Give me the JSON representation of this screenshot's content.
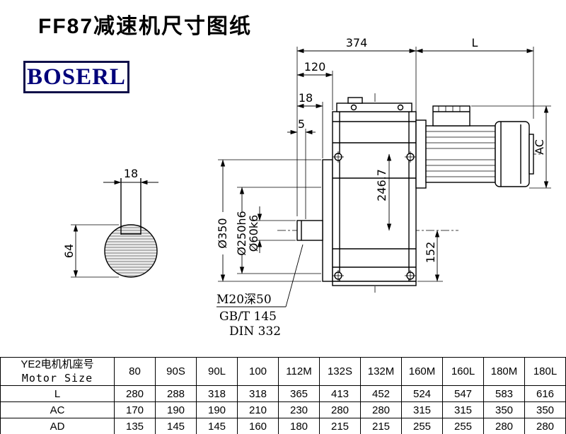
{
  "page": {
    "title": "FF87减速机尺寸图纸",
    "brand": "BOSERL"
  },
  "drawing": {
    "dim_374": "374",
    "dim_L": "L",
    "dim_120": "120",
    "dim_18": "18",
    "dim_5": "5",
    "dim_AC": "AC",
    "dim_246_7": "246.7",
    "dim_152": "152",
    "dia_350": "Ø350",
    "dia_250": "Ø250h6",
    "dia_60": "Ø60k6",
    "key_width": "18",
    "shaft_dim": "64",
    "tap_note": "M20深50",
    "std_gb": "GB/T 145",
    "std_din": "DIN 332"
  },
  "table": {
    "header_label_line1": "YE2电机机座号",
    "header_label_line2": "Motor Size",
    "columns": [
      "80",
      "90S",
      "90L",
      "100",
      "112M",
      "132S",
      "132M",
      "160M",
      "160L",
      "180M",
      "180L"
    ],
    "rows": [
      {
        "label": "L",
        "values": [
          "280",
          "288",
          "318",
          "318",
          "365",
          "413",
          "452",
          "524",
          "547",
          "583",
          "616"
        ]
      },
      {
        "label": "AC",
        "values": [
          "170",
          "190",
          "190",
          "210",
          "230",
          "280",
          "280",
          "315",
          "315",
          "350",
          "350"
        ]
      },
      {
        "label": "AD",
        "values": [
          "135",
          "145",
          "145",
          "160",
          "180",
          "215",
          "215",
          "255",
          "255",
          "280",
          "280"
        ]
      }
    ]
  }
}
